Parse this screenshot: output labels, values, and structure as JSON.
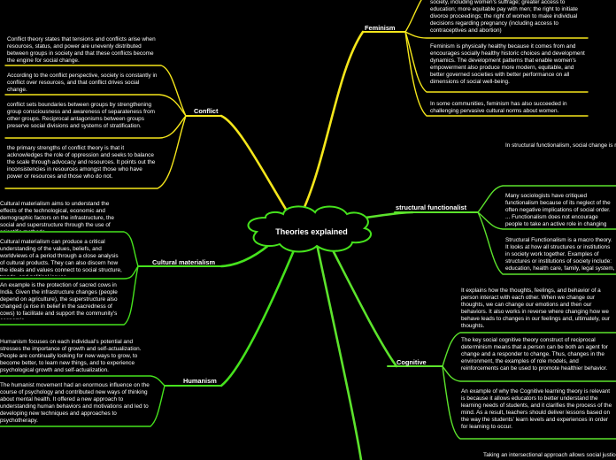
{
  "central": {
    "title": "Theories explained"
  },
  "colors": {
    "background": "#000000",
    "conflict": "#f5e61b",
    "feminism": "#f5e61b",
    "green": "#46e21d",
    "right_green": "#5ce32c",
    "text": "#ffffff"
  },
  "branches": [
    {
      "id": "feminism",
      "label": "Feminism",
      "notes": [
        "society, including women's suffrage; greater access to education; more equitable pay with men; the right to initiate divorce proceedings; the right of women to make individual decisions regarding pregnancy (including access to contraceptives and abortion)",
        "Feminism is physically healthy because it comes from and encourages socially healthy historic choices and development dynamics. The development patterns that enable women's empowerment also produce more modern, equitable, and better governed societies with better performance on all dimensions of social well-being.",
        "In some communities, feminism has also succeeded in challenging pervasive cultural norms about women."
      ]
    },
    {
      "id": "conflict",
      "label": "Conflict",
      "notes": [
        "Conflict theory states that tensions and conflicts arise when resources, status, and power are unevenly distributed between groups in society and that these conflicts become the engine for social change.",
        "According to the conflict perspective, society is constantly in conflict over resources, and that conflict drives social change.",
        "conflict sets boundaries between groups by strengthening group consciousness and awareness of separateness from other groups. Reciprocal antagonisms between groups preserve social divisions and systems of stratification.",
        "the primary strengths of conflict theory is that it acknowledges the role of oppression and seeks to balance the scale through advocacy and resources. It points out the inconsistencies in resources amongst those who have power or resources and those who do not."
      ]
    },
    {
      "id": "structural-functionalist",
      "label": "structural functionalist",
      "notes": [
        "In structural functionalism, social change is regarded as an adaptive response to some tension within the social system. When some part of an integrated social system changes, a tension between this and other parts of the system is created, which will be resolved by the adaptive change of the other parts.",
        "Many sociologists have critiqued functionalism because of its neglect of the often negative implications of social order. ... Functionalism does not encourage people to take an active role in changing their social environment, even when doing so may benefit them.",
        "Structural Functionalism is a macro theory. It looks at how all structures or institutions in society work together. Examples of structures or institutions of society include: education, health care, family, legal system, economy, and religion."
      ]
    },
    {
      "id": "cultural-materialism",
      "label": "Cultural materialism",
      "notes": [
        "Cultural materialism aims to understand the effects of the technological, economic and demographic factors on the infrastructure, the social and superstructure through the use of scientific methods",
        "Cultural materialism can produce a critical understanding of the values, beliefs, and worldviews of a period through a close analysis of cultural products. They can also discern how the ideals and values connect to social structure, trends, and political issues.",
        "An example is the protection of sacred cows in India. Given the infrastructure changes (people depend on agriculture), the superstructure also changed (a rise in belief in the sacredness of cows) to facilitate and support the community's economic"
      ]
    },
    {
      "id": "humanism",
      "label": "Humanism",
      "notes": [
        "Humanism focuses on each individual's potential and stresses the importance of growth and self-actualization. People are continually looking for new ways to grow, to become better, to learn new things, and to experience psychological growth and self-actualization.",
        "The humanist movement had an enormous influence on the course of psychology and contributed new ways of thinking about mental health. It offered a new approach to understanding human behaviors and motivations and led to developing new techniques and approaches to psychotherapy."
      ]
    },
    {
      "id": "cognitive",
      "label": "Cognitive",
      "notes": [
        "It explains how the thoughts, feelings, and behavior of a person interact with each other. When we change our thoughts, we can change our emotions and then our behaviors. It also works in reverse where changing how we behave leads to changes in our feelings and, ultimately, our thoughts.",
        "The key social cognitive theory construct of reciprocal determinism means that a person can be both an agent for change and a responder to change. Thus, changes in the environment, the examples of role models, and reinforcements can be used to promote healthier behavior.",
        "An example of why the Cognitive learning theory is relevant is because it allows educators to better understand the learning needs of students, and it clarifies the process of the mind. As a result, teachers should deliver lessons based on the way the students' learn levels and experiences in order for learning to occur."
      ]
    }
  ],
  "footer_note": "Taking an intersectional approach allows social justice"
}
